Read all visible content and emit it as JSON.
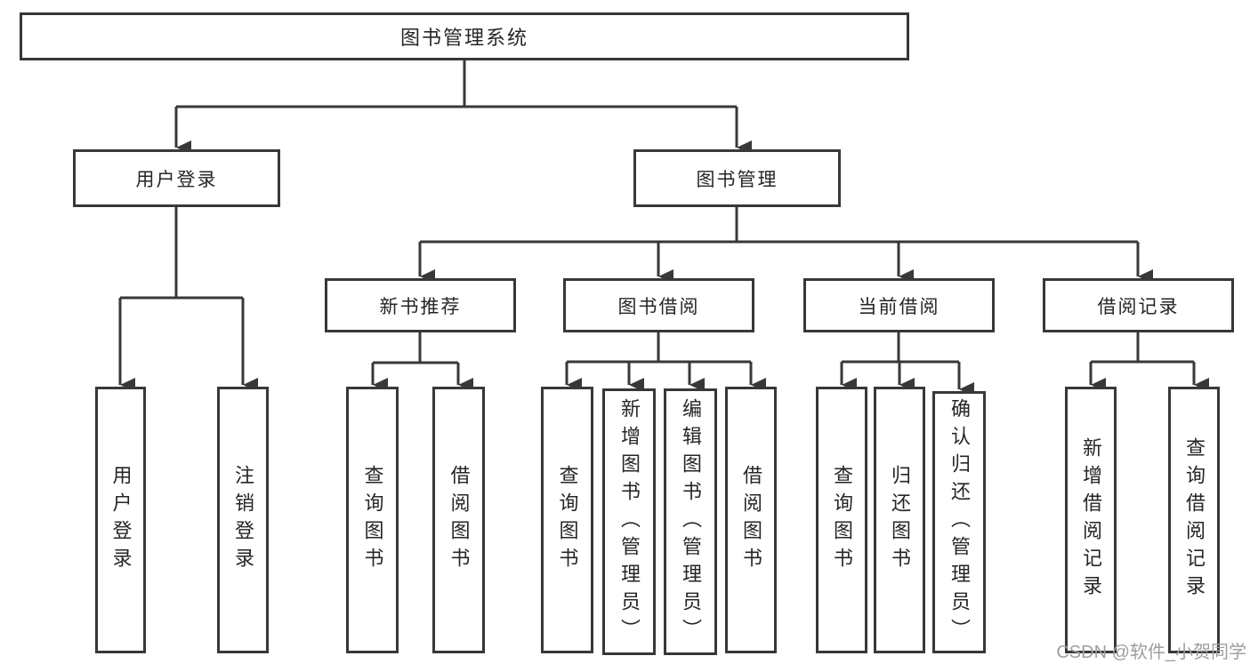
{
  "diagram_title": "图书管理系统",
  "nodes": {
    "root": {
      "label": "图书管理系统"
    },
    "level2": {
      "user_login": {
        "label": "用户登录"
      },
      "book_mgmt": {
        "label": "图书管理"
      }
    },
    "level3": {
      "new_book": {
        "label": "新书推荐"
      },
      "book_borrow": {
        "label": "图书借阅"
      },
      "current_borrow": {
        "label": "当前借阅"
      },
      "borrow_record": {
        "label": "借阅记录"
      }
    },
    "leaves": {
      "user_login": {
        "label": "用户登录"
      },
      "logout": {
        "label": "注销登录"
      },
      "nb_query_books": {
        "label": "查询图书"
      },
      "nb_borrow_books": {
        "label": "借阅图书"
      },
      "bb_query_books": {
        "label": "查询图书"
      },
      "bb_add_books": {
        "label": "新增图书（管理员）"
      },
      "bb_edit_books": {
        "label": "编辑图书（管理员）"
      },
      "bb_borrow_books": {
        "label": "借阅图书"
      },
      "cb_query_books": {
        "label": "查询图书"
      },
      "cb_return_books": {
        "label": "归还图书"
      },
      "cb_confirm_return": {
        "label": "确认归还（管理员）"
      },
      "br_add_record": {
        "label": "新增借阅记录"
      },
      "br_query_record": {
        "label": "查询借阅记录"
      }
    }
  },
  "watermark": {
    "text": "CSDN @软件_小贺同学"
  },
  "colors": {
    "line": "#383838",
    "border": "#383838",
    "text": "#262626",
    "watermark": "#9e9e9e",
    "background": "#ffffff"
  }
}
